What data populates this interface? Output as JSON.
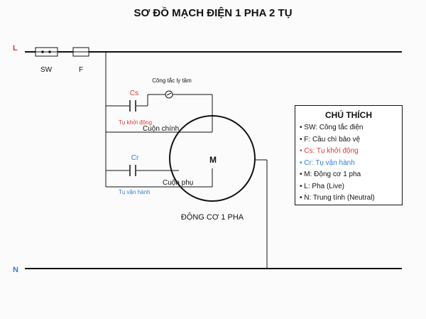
{
  "title": "SƠ ĐỒ MẠCH ĐIỆN 1 PHA 2 TỤ",
  "lines": {
    "live": "L",
    "neutral": "N"
  },
  "components": {
    "switch": "SW",
    "fuse": "F",
    "start_capacitor": "Cs",
    "run_capacitor": "Cr",
    "centrifugal_switch": "Công tắc ly tâm",
    "start_capacitor_note": "Tụ khởi động",
    "run_capacitor_note": "Tụ vận hành",
    "main_winding": "Cuộn chính",
    "aux_winding": "Cuộn phụ",
    "motor": "M",
    "motor_caption": "ĐỘNG CƠ 1 PHA"
  },
  "legend": {
    "title": "CHÚ THÍCH",
    "items": [
      {
        "text": "SW: Công tắc điện",
        "color": "#111111"
      },
      {
        "text": "F: Cầu chì bảo vệ",
        "color": "#111111"
      },
      {
        "text": "Cs: Tụ khởi động",
        "color": "#d93a3a"
      },
      {
        "text": "Cr: Tụ vận hành",
        "color": "#2f7fd8"
      },
      {
        "text": "M: Động cơ 1 pha",
        "color": "#111111"
      },
      {
        "text": "L: Pha (Live)",
        "color": "#111111"
      },
      {
        "text": "N: Trung tính (Neutral)",
        "color": "#111111"
      }
    ]
  },
  "colors": {
    "live": "#d93a3a",
    "neutral": "#2f7fd8",
    "start": "#d93a3a",
    "run": "#2f7fd8",
    "wire": "#111111"
  }
}
